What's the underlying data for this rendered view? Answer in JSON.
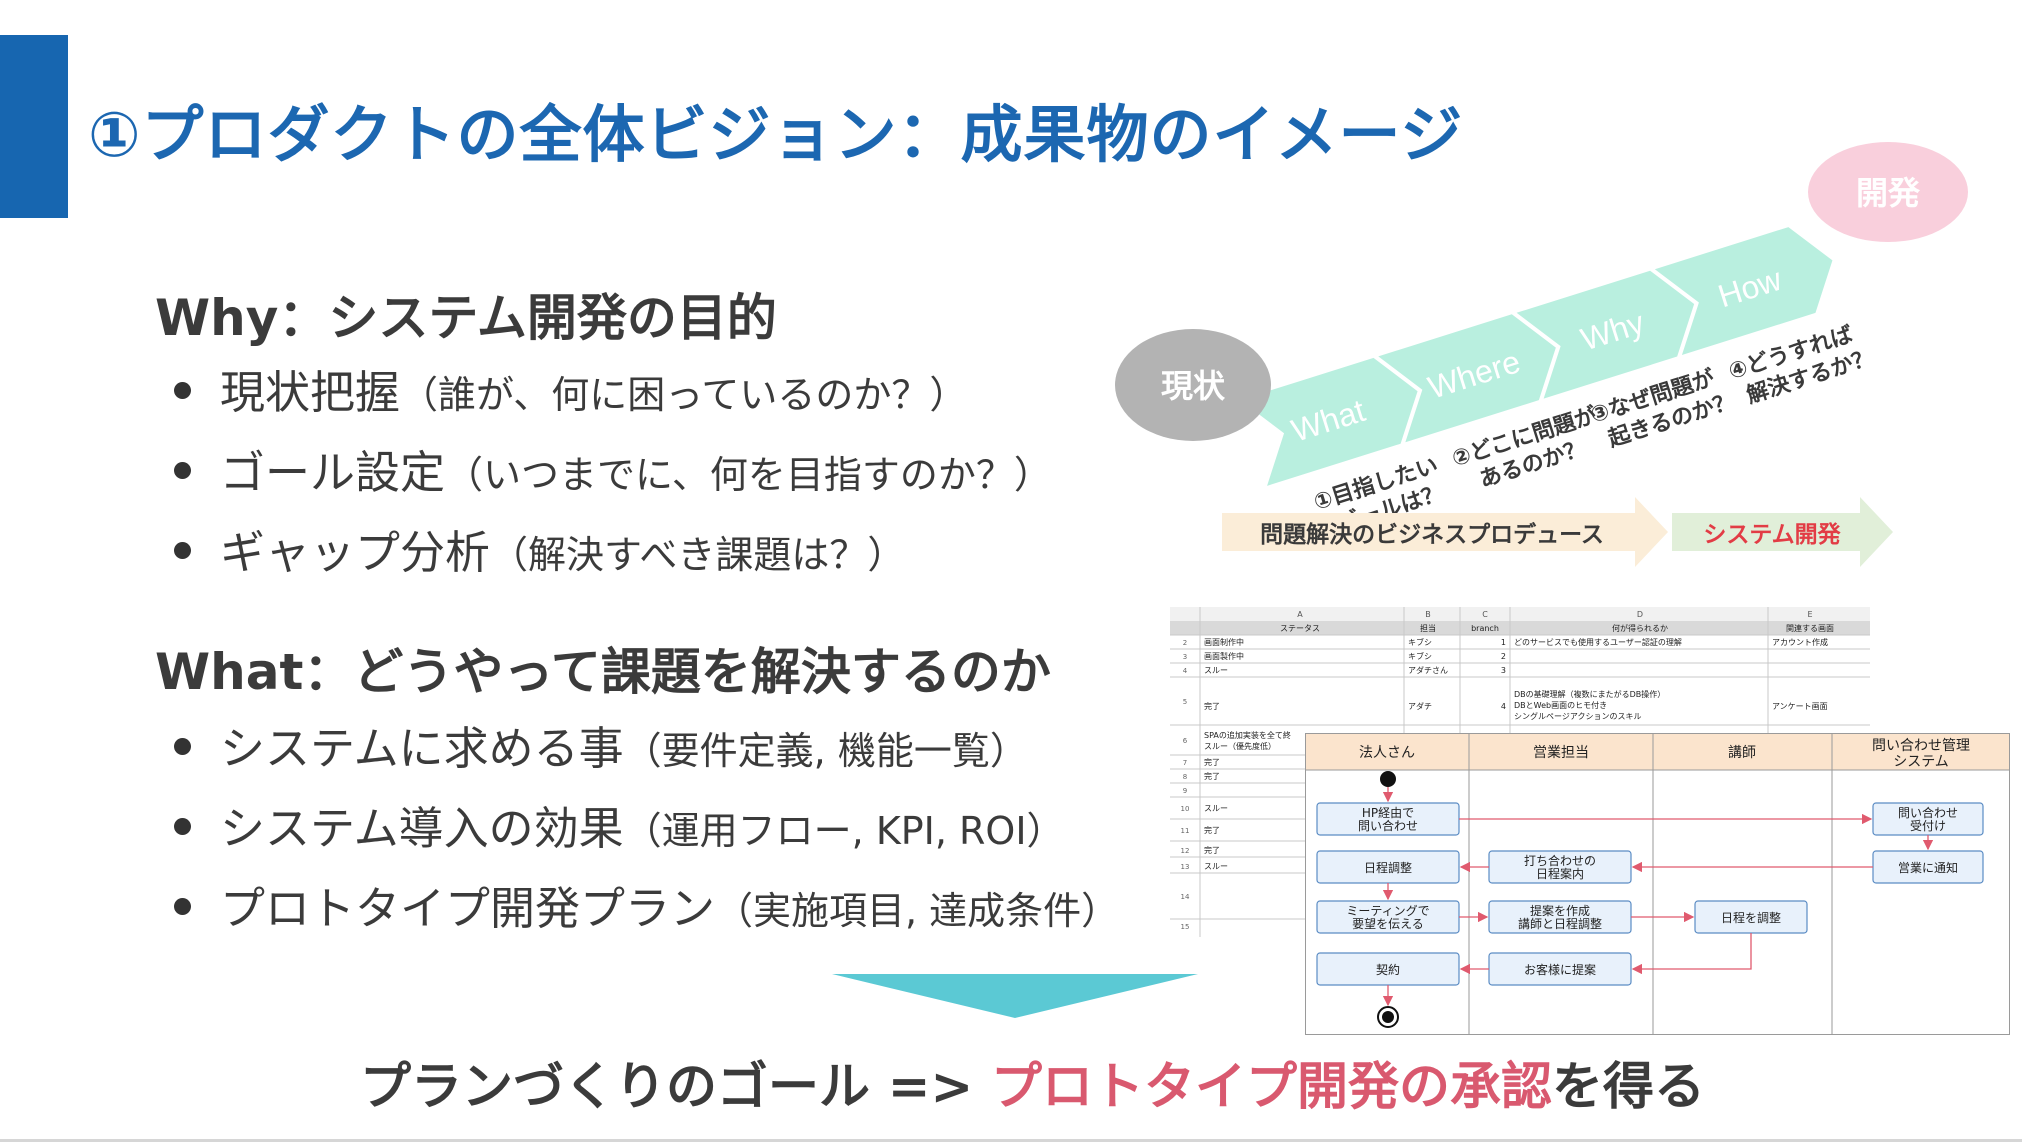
{
  "slide": {
    "title": "①プロダクトの全体ビジョン：成果物のイメージ",
    "why_heading": "Why：システム開発の目的",
    "why_items": [
      {
        "main": "現状把握",
        "sub": "（誰が、何に困っているのか？）"
      },
      {
        "main": "ゴール設定",
        "sub": "（いつまでに、何を目指すのか？）"
      },
      {
        "main": "ギャップ分析",
        "sub": "（解決すべき課題は？）"
      }
    ],
    "what_heading": "What：どうやって課題を解決するのか",
    "what_items": [
      {
        "main": "システムに求める事",
        "sub": "（要件定義, 機能一覧）"
      },
      {
        "main": "システム導入の効果",
        "sub": "（運用フロー, KPI, ROI）"
      },
      {
        "main": "プロトタイプ開発プラン",
        "sub": "（実施項目, 達成条件）"
      }
    ],
    "goal_prefix": "プランづくりのゴール => ",
    "goal_highlight": "プロトタイプ開発の承認",
    "goal_suffix": "を得る"
  },
  "flow": {
    "start": "現状",
    "end": "開発",
    "steps": [
      {
        "label": "What",
        "q1": "①目指したい",
        "q2": "ゴールは？"
      },
      {
        "label": "Where",
        "q1": "②どこに問題が",
        "q2": "あるのか？"
      },
      {
        "label": "Why",
        "q1": "③なぜ問題が",
        "q2": "起きるのか？"
      },
      {
        "label": "How",
        "q1": "④どうすれば",
        "q2": "解決するか？"
      }
    ],
    "phase_left": "問題解決のビジネスプロデュース",
    "phase_right": "システム開発"
  },
  "spreadsheet": {
    "col_letters": [
      "A",
      "B",
      "C",
      "D",
      "E"
    ],
    "headers": [
      "ステータス",
      "担当",
      "branch",
      "何が得られるか",
      "関連する画面"
    ],
    "rows": [
      {
        "n": "2",
        "a": "画面制作中",
        "b": "キブシ",
        "c": "1",
        "d": "どのサービスでも使用するユーザー認証の理解",
        "e": "アカウント作成"
      },
      {
        "n": "3",
        "a": "画面製作中",
        "b": "キブシ",
        "c": "2",
        "d": "",
        "e": ""
      },
      {
        "n": "4",
        "a": "スルー",
        "b": "アダチさん",
        "c": "3",
        "d": "",
        "e": ""
      },
      {
        "n": "5",
        "a": "完了",
        "b": "アダチ",
        "c": "4",
        "d": "DBの基礎理解（複数にまたがるDB操作）",
        "d2": "DBとWeb画面のヒモ付き",
        "d3": "シングルページアクションのスキル",
        "e": "アンケート画面"
      },
      {
        "n": "6",
        "a": "SPAの追加実装を全て終",
        "a2": "スルー（優先度低）",
        "b": "",
        "c": "",
        "d": "",
        "e": ""
      },
      {
        "n": "7",
        "a": "完了"
      },
      {
        "n": "8",
        "a": "完了"
      },
      {
        "n": "9",
        "a": ""
      },
      {
        "n": "10",
        "a": "スルー"
      },
      {
        "n": "11",
        "a": "完了"
      },
      {
        "n": "12",
        "a": "完了"
      },
      {
        "n": "13",
        "a": "スルー"
      },
      {
        "n": "14",
        "a": ""
      },
      {
        "n": "15",
        "a": ""
      }
    ]
  },
  "swimlane": {
    "lanes": [
      "法人さん",
      "営業担当",
      "講師",
      "問い合わせ管理",
      "システム"
    ],
    "nodes": {
      "hp1": "HP経由で",
      "hp2": "問い合わせ",
      "recv1": "問い合わせ",
      "recv2": "受付け",
      "notify": "営業に通知",
      "sched": "日程調整",
      "uchi1": "打ち合わせの",
      "uchi2": "日程案内",
      "meet1": "ミーティングで",
      "meet2": "要望を伝える",
      "prop1": "提案を作成",
      "prop2": "講師と日程調整",
      "tsched": "日程を調整",
      "contract": "契約",
      "propose": "お客様に提案"
    }
  },
  "colors": {
    "accent": "#1766b0",
    "title": "#1c67b1",
    "highlight": "#d9596f",
    "flow_teal": "#b9efdf",
    "start_circle": "#b3b3b3",
    "end_circle": "#f9cfdc"
  }
}
